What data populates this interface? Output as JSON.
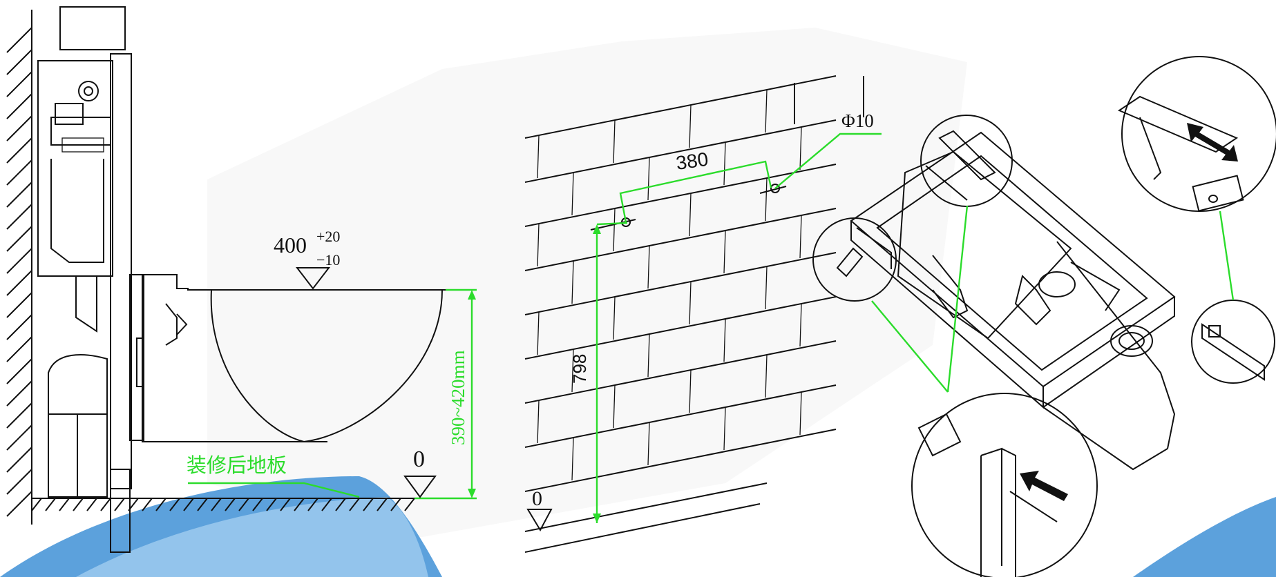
{
  "colors": {
    "dimension_green": "#2bdc2b",
    "line_black": "#111111",
    "watermark_blue": "#4a97d8",
    "watermark_gray": "#ececec"
  },
  "side_view": {
    "height_label": "400",
    "tolerance_upper": "+20",
    "tolerance_lower": "−10",
    "range_label": "390~420mm",
    "floor_zero_label": "0",
    "floor_label": "装修后地板"
  },
  "wall_view": {
    "spacing_label": "380",
    "hole_label": "Φ10",
    "height_label": "798",
    "zero_label": "0"
  }
}
